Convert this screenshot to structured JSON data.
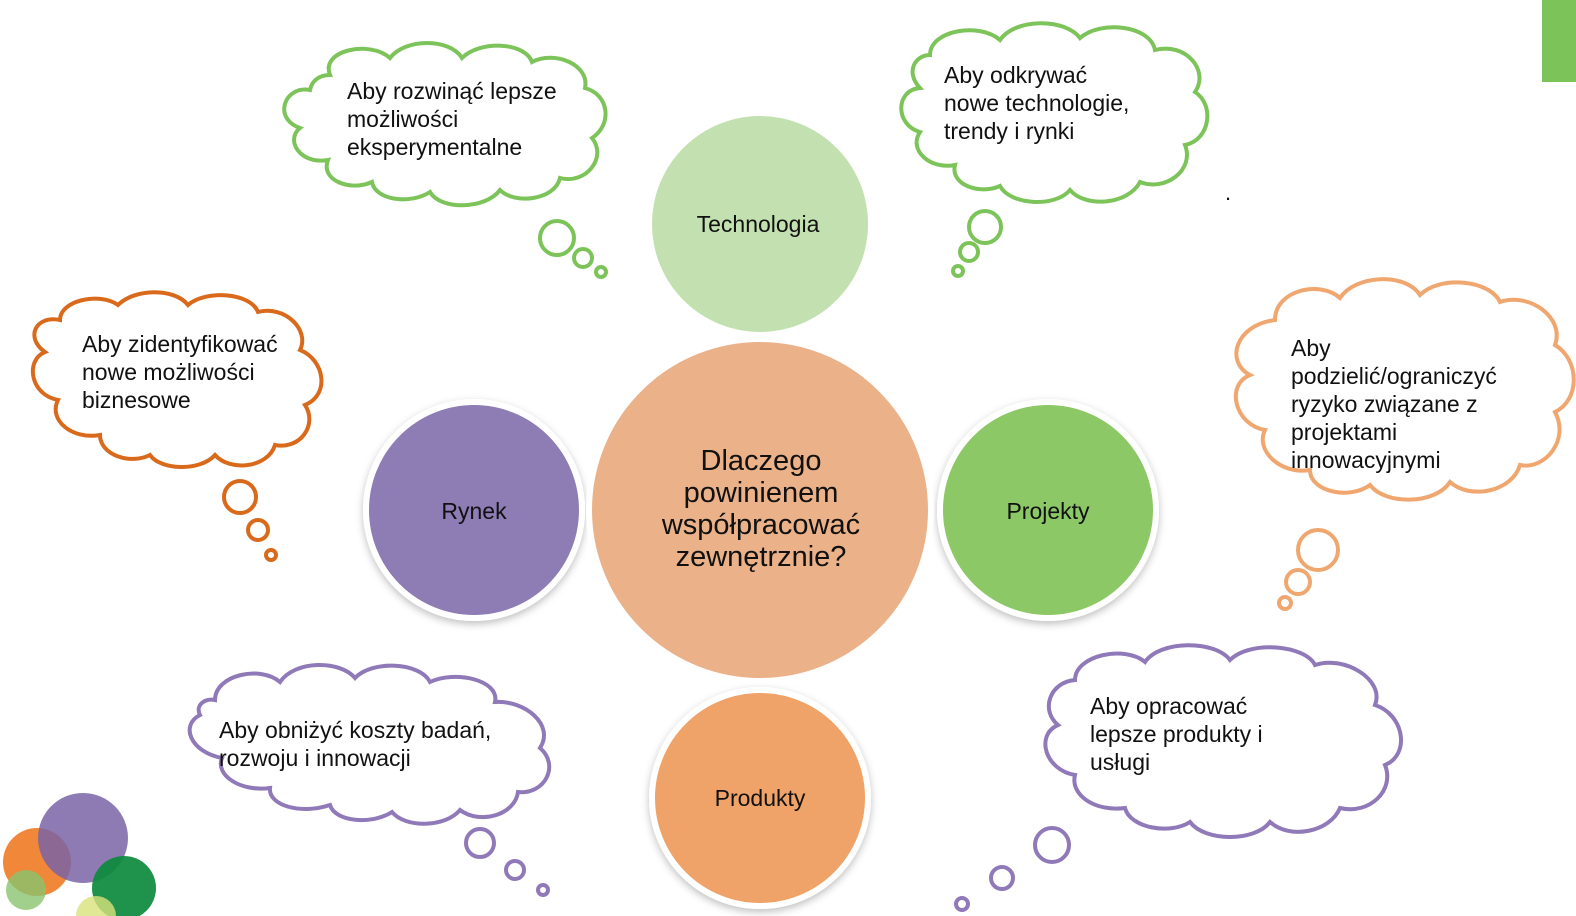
{
  "colors": {
    "technology": "#c3e1b0",
    "market": "#8e7cb5",
    "center": "#ebb189",
    "projects": "#8cc866",
    "products": "#f0a367",
    "cloud_green": "#7cc45a",
    "cloud_orange_dark": "#d96a1c",
    "cloud_orange_light": "#f0a66f",
    "cloud_purple": "#9079b8",
    "corner_bar": "#7cc45a"
  },
  "center": {
    "text": "Dlaczego powinienem współpracować zewnętrznie?"
  },
  "circles": {
    "technology": "Technologia",
    "market": "Rynek",
    "projects": "Projekty",
    "products": "Produkty"
  },
  "clouds": {
    "top_left": [
      "Aby rozwinąć lepsze",
      "możliwości",
      "eksperymentalne"
    ],
    "top_right": [
      "Aby odkrywać",
      "nowe technologie,",
      "trendy i rynki"
    ],
    "mid_left": [
      "Aby zidentyfikować",
      "nowe możliwości",
      "biznesowe"
    ],
    "mid_right": [
      "Aby",
      "podzielić/ograniczyć",
      "ryzyko związane z",
      "projektami",
      "innowacyjnymi"
    ],
    "bottom_left": [
      "Aby obniżyć koszty badań,",
      "rozwoju i innowacji"
    ],
    "bottom_right": [
      "Aby opracować",
      "lepsze produkty i",
      "usługi"
    ]
  },
  "stray_mark": "."
}
